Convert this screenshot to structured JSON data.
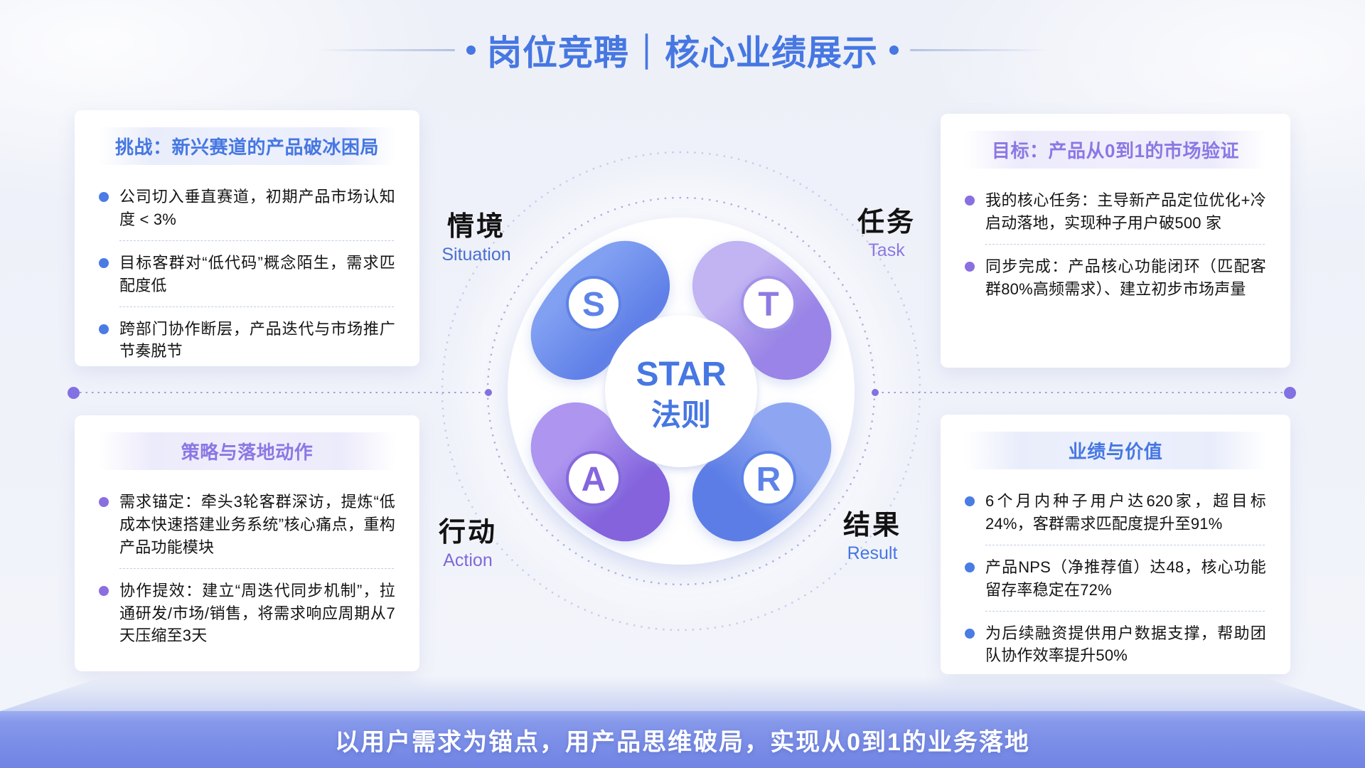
{
  "title": {
    "text": "岗位竞聘｜核心业绩展示"
  },
  "cards": {
    "challenge": {
      "title": "挑战：新兴赛道的产品破冰困局",
      "bullets": [
        "公司切入垂直赛道，初期产品市场认知度 < 3%",
        "目标客群对“低代码”概念陌生，需求匹配度低",
        "跨部门协作断层，产品迭代与市场推广节奏脱节"
      ]
    },
    "goal": {
      "title": "目标：产品从0到1的市场验证",
      "bullets": [
        "我的核心任务：主导新产品定位优化+冷启动落地，实现种子用户破500 家",
        "同步完成：产品核心功能闭环（匹配客群80%高频需求）、建立初步市场声量"
      ]
    },
    "strategy": {
      "title": "策略与落地动作",
      "bullets": [
        "需求锚定：牵头3轮客群深访，提炼“低成本快速搭建业务系统”核心痛点，重构产品功能模块",
        "协作提效：建立“周迭代同步机制”，拉通研发/市场/销售，将需求响应周期从7天压缩至3天"
      ]
    },
    "results": {
      "title": "业绩与价值",
      "bullets": [
        "6个月内种子用户达620家，超目标24%，客群需求匹配度提升至91%",
        "产品NPS（净推荐值）达48，核心功能留存率稳定在72%",
        "为后续融资提供用户数据支撑，帮助团队协作效率提升50%"
      ]
    }
  },
  "diagram": {
    "center": {
      "line1": "STAR",
      "line2": "法则"
    },
    "quadrants": [
      {
        "letter": "S",
        "cn": "情境",
        "en": "Situation"
      },
      {
        "letter": "T",
        "cn": "任务",
        "en": "Task"
      },
      {
        "letter": "A",
        "cn": "行动",
        "en": "Action"
      },
      {
        "letter": "R",
        "cn": "结果",
        "en": "Result"
      }
    ]
  },
  "footer": {
    "text": "以用户需求为锚点，用产品思维破局，实现从0到1的业务落地"
  },
  "colors": {
    "accent_blue": "#4677e2",
    "accent_purple": "#8a6fe0",
    "banner_blue": "#7b90e8",
    "petal_s": "#6f8eeb",
    "petal_t": "#ab97ec",
    "petal_a": "#9678e6",
    "petal_r": "#6884ea"
  }
}
